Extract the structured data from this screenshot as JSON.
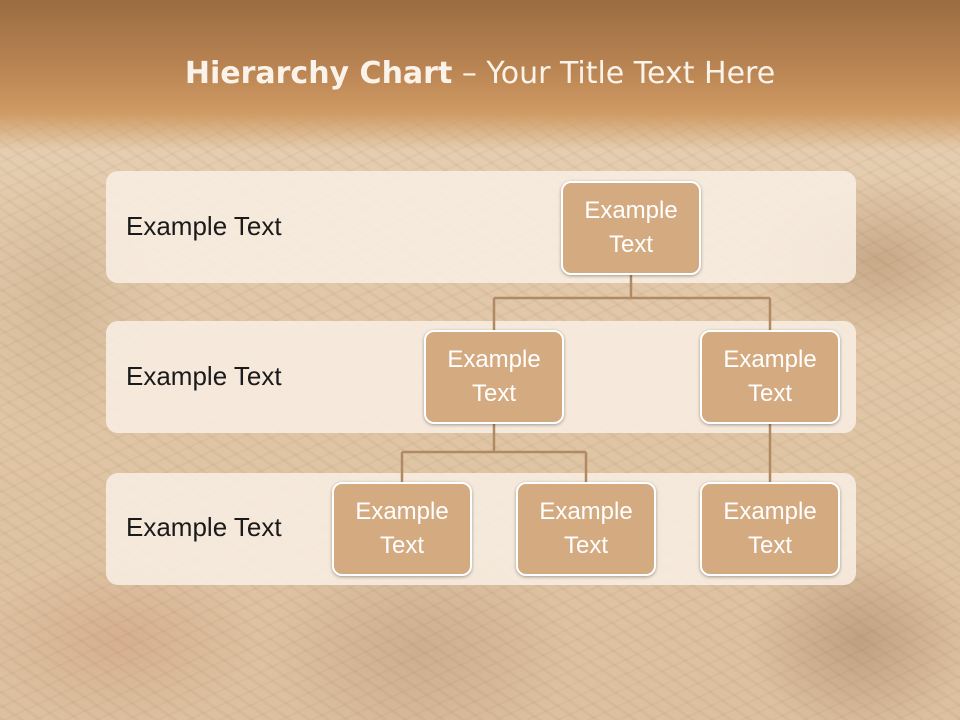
{
  "title": {
    "bold": "Hierarchy Chart",
    "separator": " – ",
    "rest": "Your Title Text Here"
  },
  "levels": [
    {
      "label": "Example Text"
    },
    {
      "label": "Example Text"
    },
    {
      "label": "Example Text"
    }
  ],
  "nodes": [
    {
      "line1": "Example",
      "line2": "Text"
    },
    {
      "line1": "Example",
      "line2": "Text"
    },
    {
      "line1": "Example",
      "line2": "Text"
    },
    {
      "line1": "Example",
      "line2": "Text"
    },
    {
      "line1": "Example",
      "line2": "Text"
    },
    {
      "line1": "Example",
      "line2": "Text"
    }
  ],
  "colors": {
    "node_fill": "#d4aa80",
    "connector": "#b08a64",
    "band": "#f8eee3",
    "title_bar": "#b98452"
  }
}
